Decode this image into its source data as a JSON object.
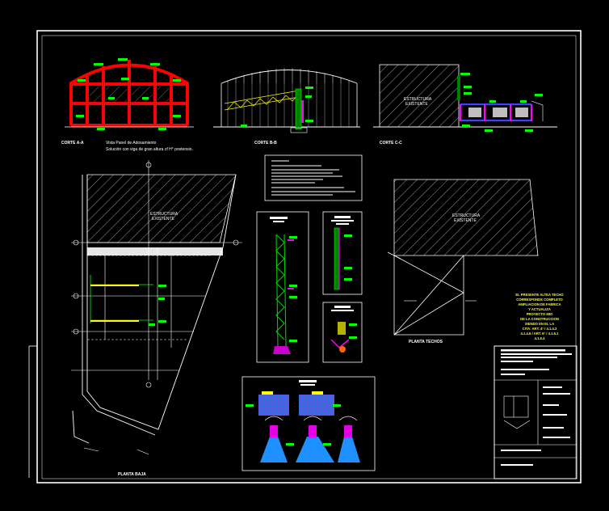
{
  "labels": {
    "corte_a": "CORTE A-A",
    "vista_line1": "Vista Panel de Adosamiento",
    "vista_line2": "Soluciòn con viga de gran altura cf H° postensio.",
    "corte_b": "CORTE B-B",
    "corte_c": "CORTE C-C",
    "estructura_top_1": "ESTRUCTURA",
    "estructura_top_2": "EXISTENTE",
    "estructura_plan_1": "ESTRUCTURA",
    "estructura_plan_2": "EXISTENTE",
    "estructura_right_1": "ESTRUCTURA",
    "estructura_right_2": "EXISTENTE",
    "planta_baja": "PLANTA BAJA",
    "planta_techos": "PLANTA TECHOS"
  },
  "notice": {
    "lines": [
      "EL PRESENTE ALTEA TECHO",
      "CORRESPONDE COMPLETO",
      "AMPLIACION DE FABRICA",
      "Y ACTUALIZA",
      "PROYECTO MIO",
      "DE LA CONSTRUCCION",
      "SIENDO EN EL LA",
      "CITA: ART. 4° / 4.1.4.3",
      "4.1.4.6 / ART. 6° / 4.1.6.1",
      "4.1.6.4"
    ]
  },
  "colors": {
    "background": "#000000",
    "frame": "#ffffff",
    "structure_red": "#ff0000",
    "label_green": "#00ff00",
    "truss_green": "#008000",
    "text_yellow": "#ffff00",
    "magenta": "#ff00ff",
    "footing_blue": "#1e90ff",
    "beam_blue": "#4040ff",
    "detail_cyan": "#00ffff"
  }
}
